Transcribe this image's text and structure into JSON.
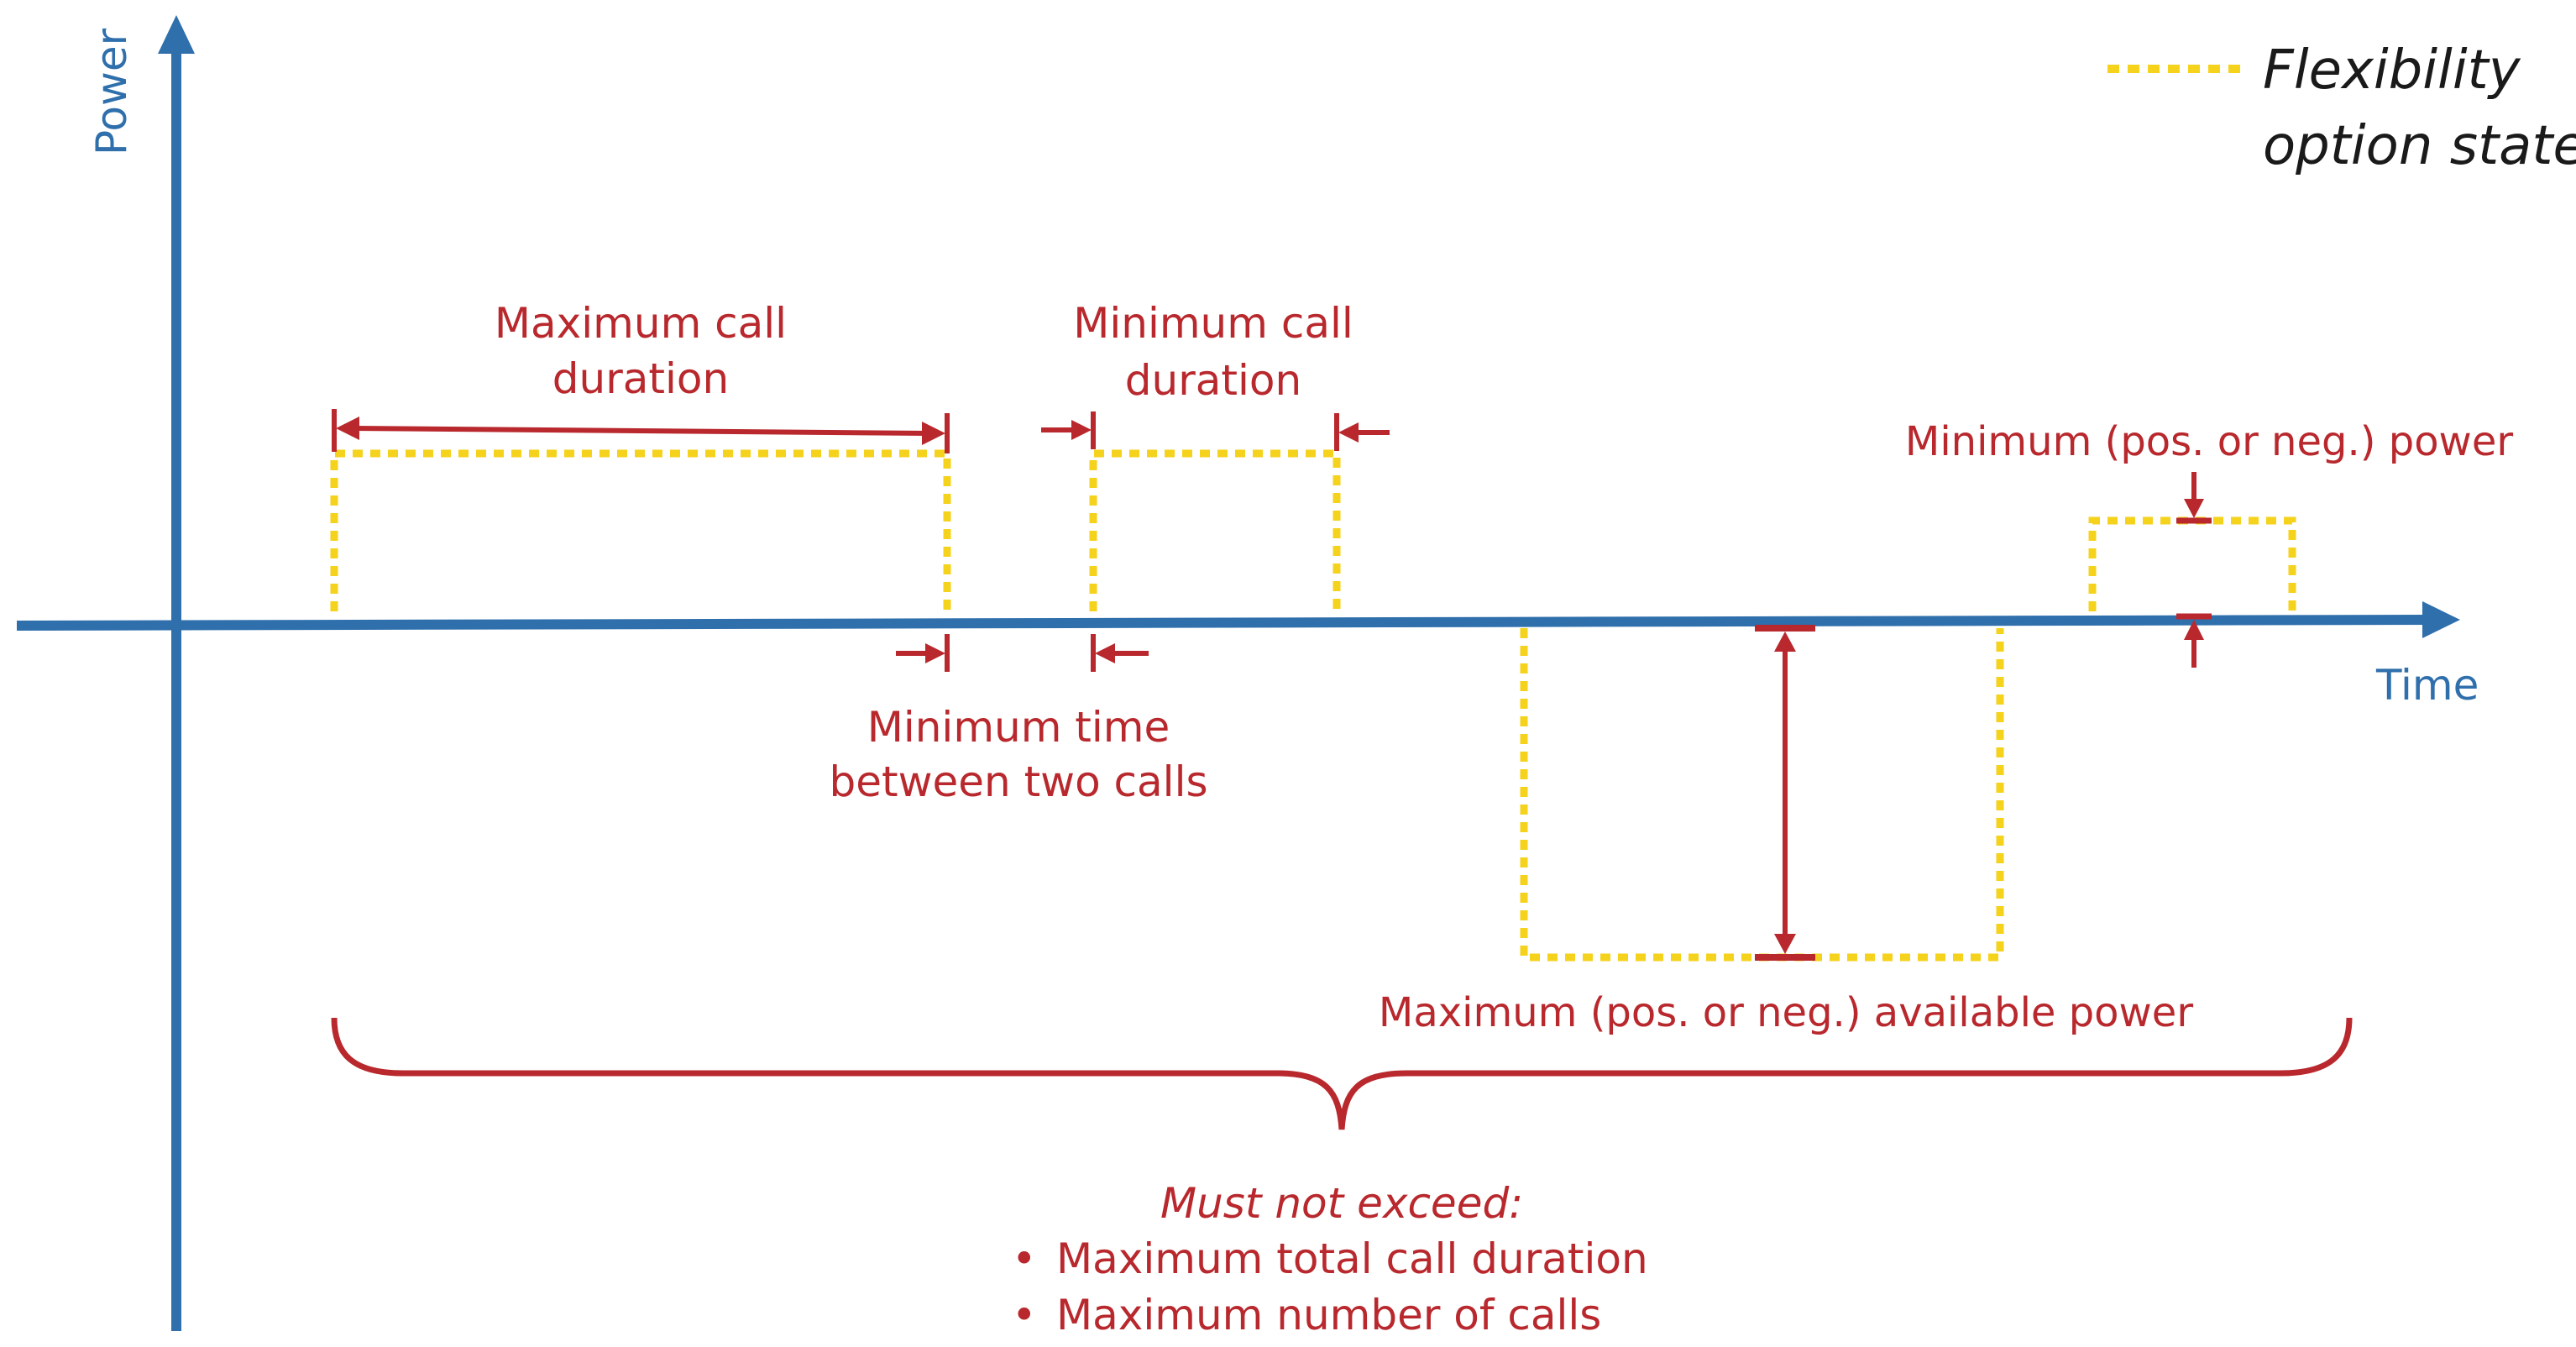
{
  "axes": {
    "y_label": "Power",
    "x_label": "Time"
  },
  "legend": {
    "line1": "Flexibility",
    "line2": "option state"
  },
  "annotations": {
    "max_call_duration": [
      "Maximum call",
      "duration"
    ],
    "min_call_duration": [
      "Minimum call",
      "duration"
    ],
    "min_time_between_calls": [
      "Minimum time",
      "between two calls"
    ],
    "min_power": "Minimum (pos. or neg.) power",
    "max_available_power": "Maximum (pos. or neg.) available power"
  },
  "constraints": {
    "heading": "Must not exceed:",
    "bullet": "•",
    "items": [
      "Maximum total call duration",
      "Maximum number of calls"
    ]
  },
  "colors": {
    "axis": "#2f6fac",
    "annotation": "#b8282d",
    "flexibility_state": "#f5d21c"
  }
}
